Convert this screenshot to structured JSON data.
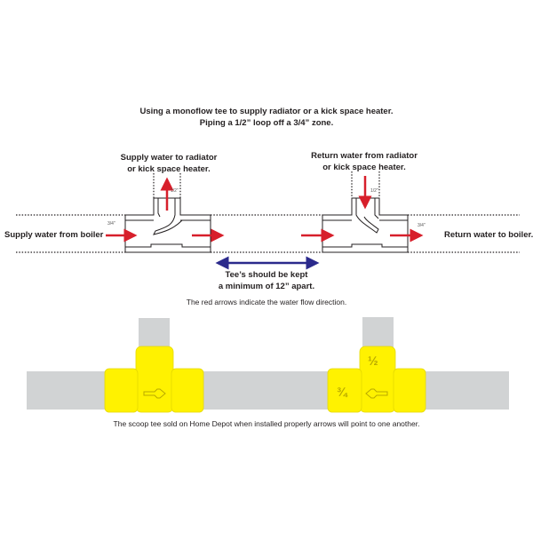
{
  "title": {
    "line1": "Using a monoflow tee to supply radiator or a kick space heater.",
    "line2": "Piping a 1/2” loop off a 3/4” zone."
  },
  "supply_tee": {
    "branch_label_1": "Supply water to radiator",
    "branch_label_2": "or kick space heater.",
    "branch_size": "1/2\"",
    "main_size": "3/4\"",
    "inlet_label": "Supply water from boiler"
  },
  "return_tee": {
    "branch_label_1": "Return water from radiator",
    "branch_label_2": "or kick space heater.",
    "branch_size": "1/2\"",
    "main_size": "3/4\"",
    "outlet_label": "Return water to boiler."
  },
  "spacing": {
    "line1": "Tee’s should be kept",
    "line2": "a minimum of 12” apart."
  },
  "note_arrows": "The red arrows indicate the water flow direction.",
  "scoop_tee": {
    "size_branch": "½",
    "size_main": "¾",
    "caption": "The scoop tee sold on Home Depot when installed properly arrows will point to one another."
  },
  "colors": {
    "flow_arrow": "#d71f2b",
    "spacing_arrow": "#2b2a8c",
    "fitting": "#fff200",
    "pipe": "#d1d3d4"
  }
}
